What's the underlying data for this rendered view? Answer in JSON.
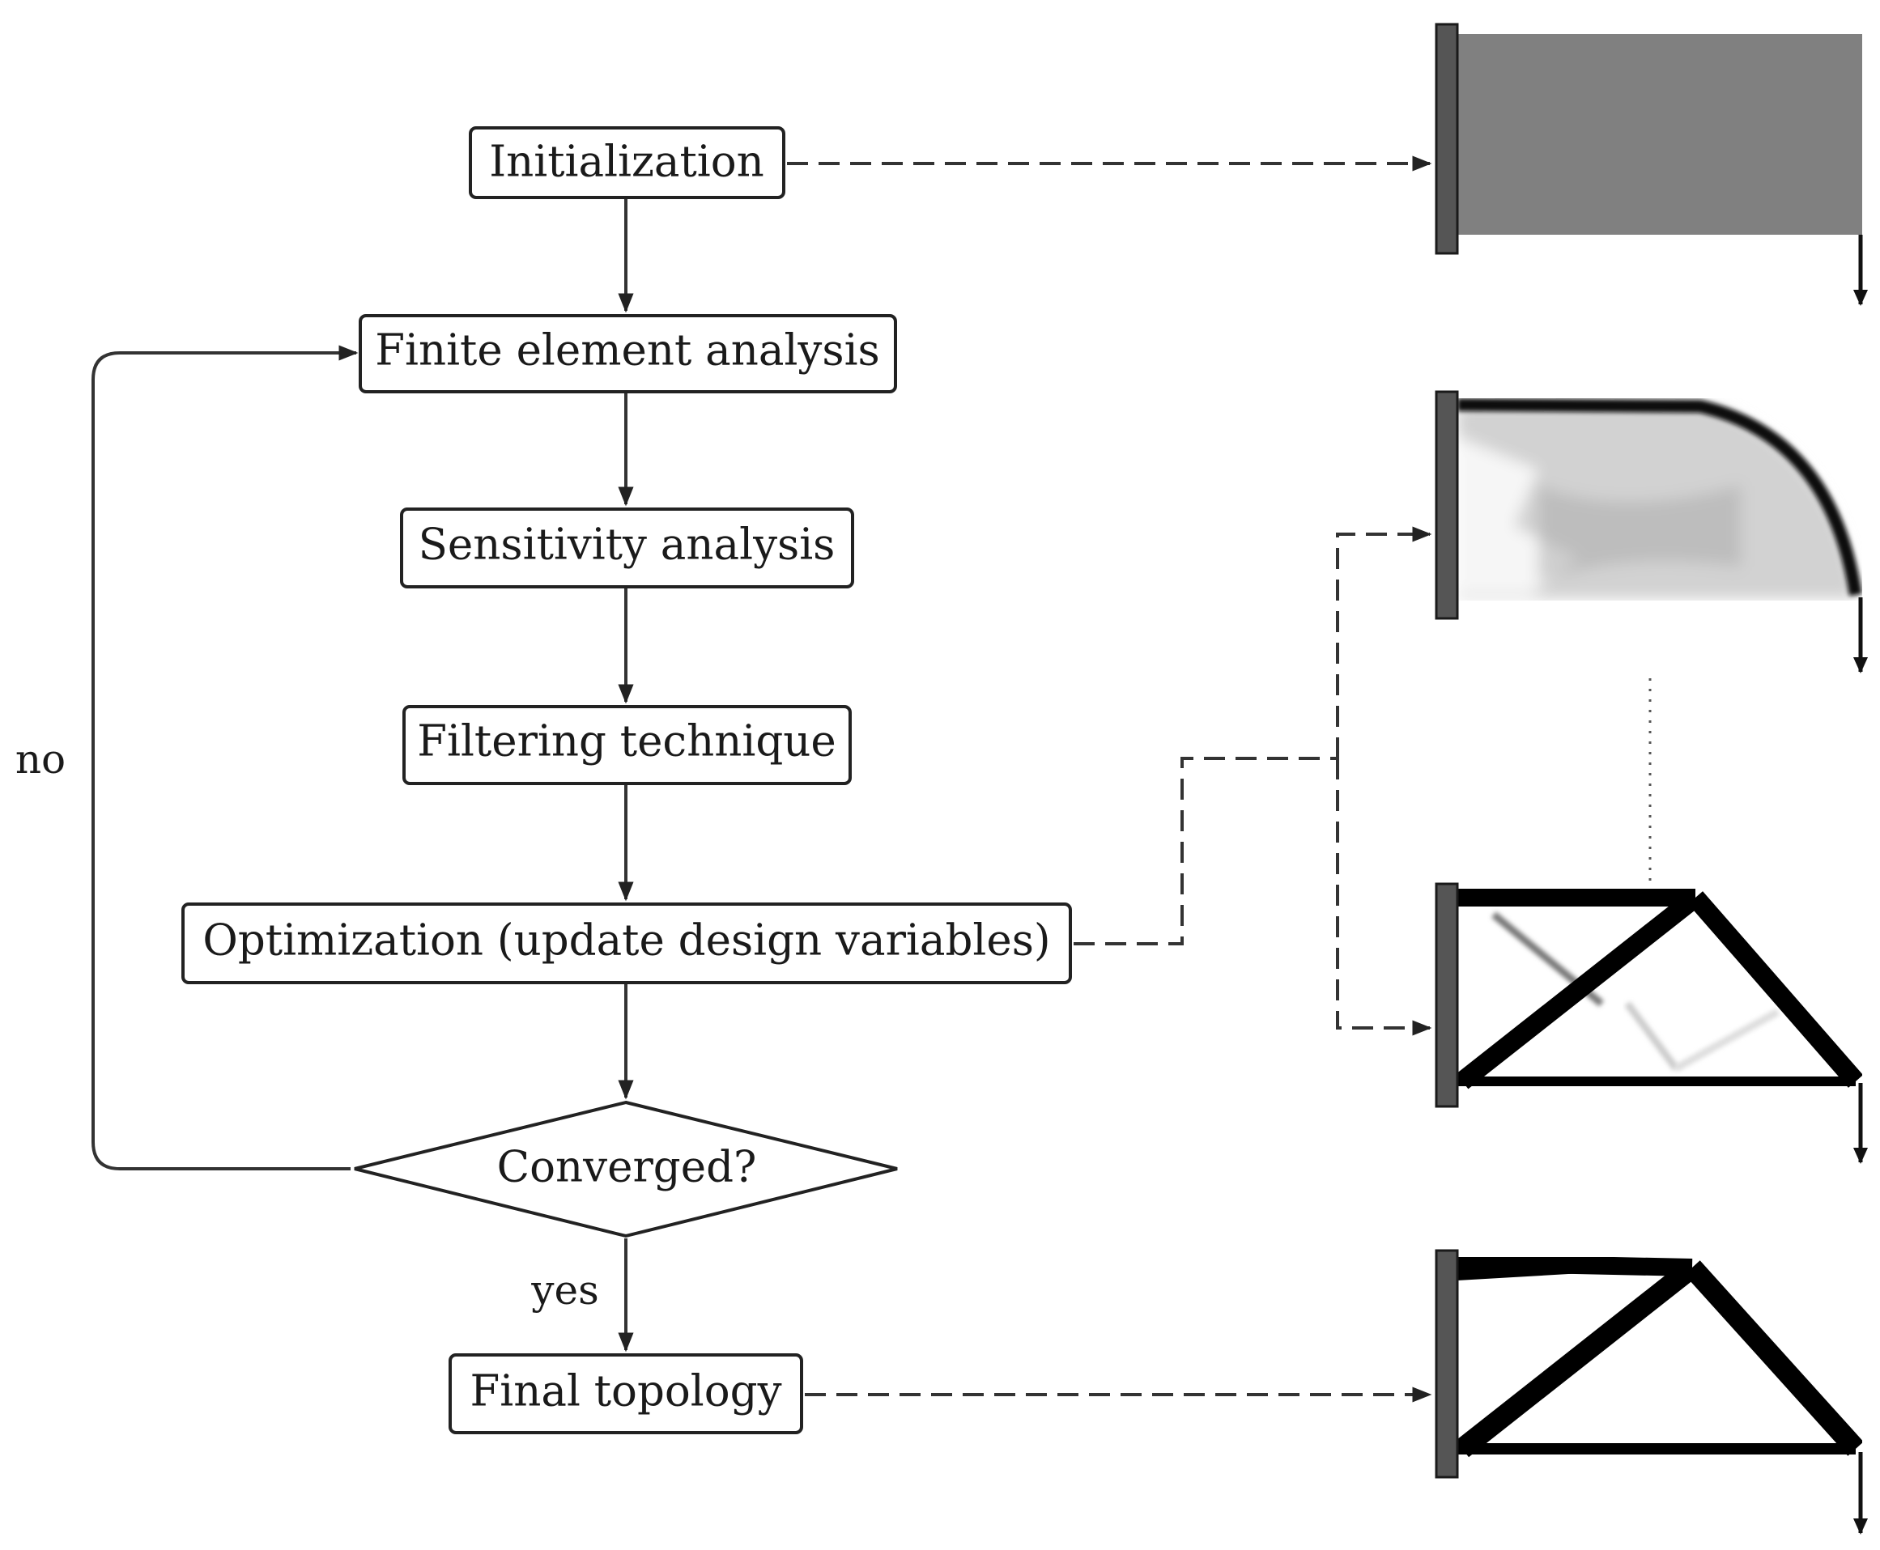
{
  "flowchart": {
    "steps": [
      "Initialization",
      "Finite element analysis",
      "Sensitivity analysis",
      "Filtering technique",
      "Optimization (update design variables)"
    ],
    "decision": "Converged?",
    "final": "Final topology",
    "edge_no": "no",
    "edge_yes": "yes"
  },
  "colors": {
    "initial_design": "#808080",
    "solid_member": "#000000",
    "wall": "#555555"
  }
}
